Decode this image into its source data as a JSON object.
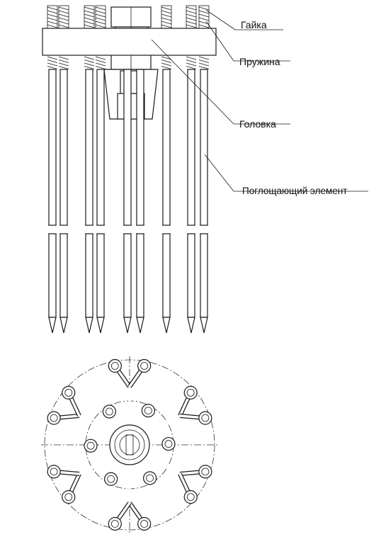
{
  "labels": {
    "nut": "Гайка",
    "spring": "Пружина",
    "head": "Головка",
    "absorber": "Поглощающий элемент"
  },
  "colors": {
    "line": "#1a1a1a",
    "background": "#ffffff"
  }
}
